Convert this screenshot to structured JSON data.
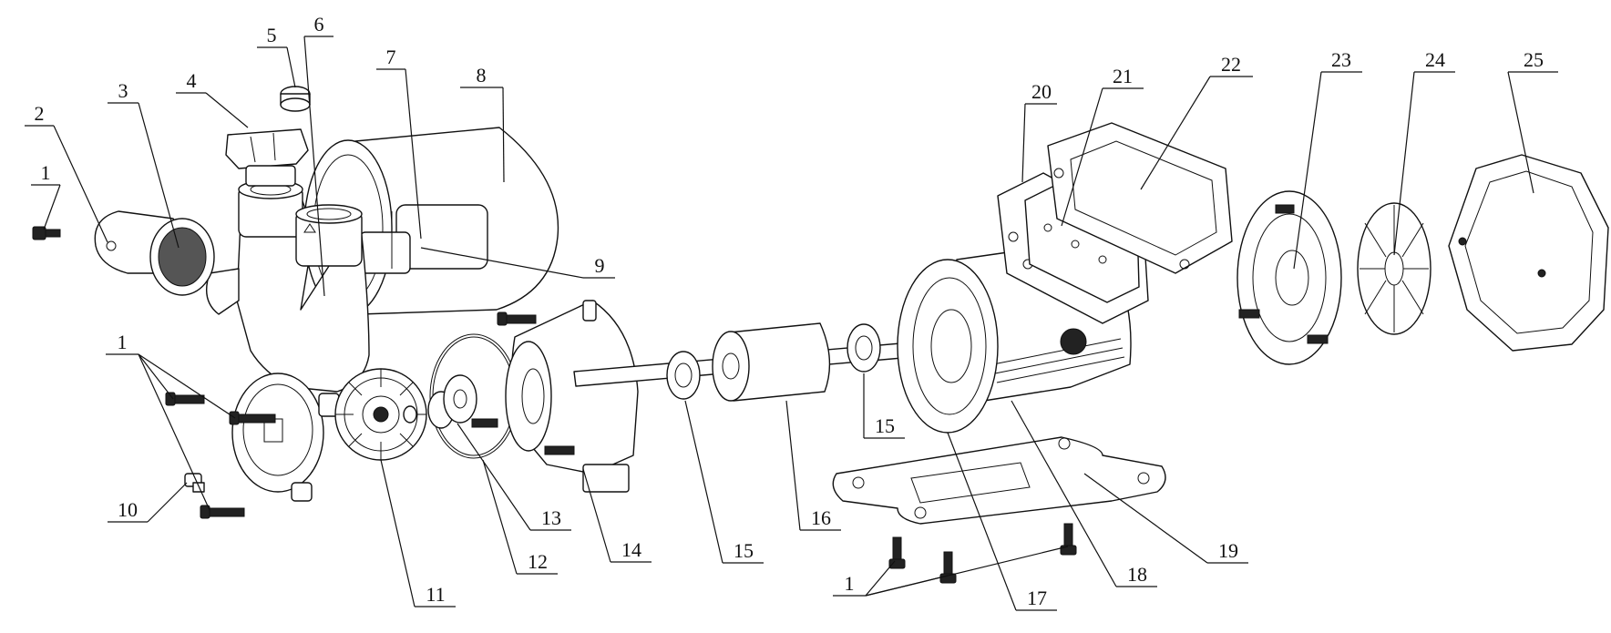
{
  "callouts": [
    {
      "id": "c1a",
      "text": "1"
    },
    {
      "id": "c2",
      "text": "2"
    },
    {
      "id": "c3",
      "text": "3"
    },
    {
      "id": "c4",
      "text": "4"
    },
    {
      "id": "c5",
      "text": "5"
    },
    {
      "id": "c6",
      "text": "6"
    },
    {
      "id": "c7",
      "text": "7"
    },
    {
      "id": "c8",
      "text": "8"
    },
    {
      "id": "c9",
      "text": "9"
    },
    {
      "id": "c1b",
      "text": "1"
    },
    {
      "id": "c10",
      "text": "10"
    },
    {
      "id": "c11",
      "text": "11"
    },
    {
      "id": "c12",
      "text": "12"
    },
    {
      "id": "c13",
      "text": "13"
    },
    {
      "id": "c14",
      "text": "14"
    },
    {
      "id": "c15a",
      "text": "15"
    },
    {
      "id": "c16",
      "text": "16"
    },
    {
      "id": "c15b",
      "text": "15"
    },
    {
      "id": "c1c",
      "text": "1"
    },
    {
      "id": "c17",
      "text": "17"
    },
    {
      "id": "c18",
      "text": "18"
    },
    {
      "id": "c19",
      "text": "19"
    },
    {
      "id": "c20",
      "text": "20"
    },
    {
      "id": "c21",
      "text": "21"
    },
    {
      "id": "c22",
      "text": "22"
    },
    {
      "id": "c23",
      "text": "23"
    },
    {
      "id": "c24",
      "text": "24"
    },
    {
      "id": "c25",
      "text": "25"
    }
  ]
}
